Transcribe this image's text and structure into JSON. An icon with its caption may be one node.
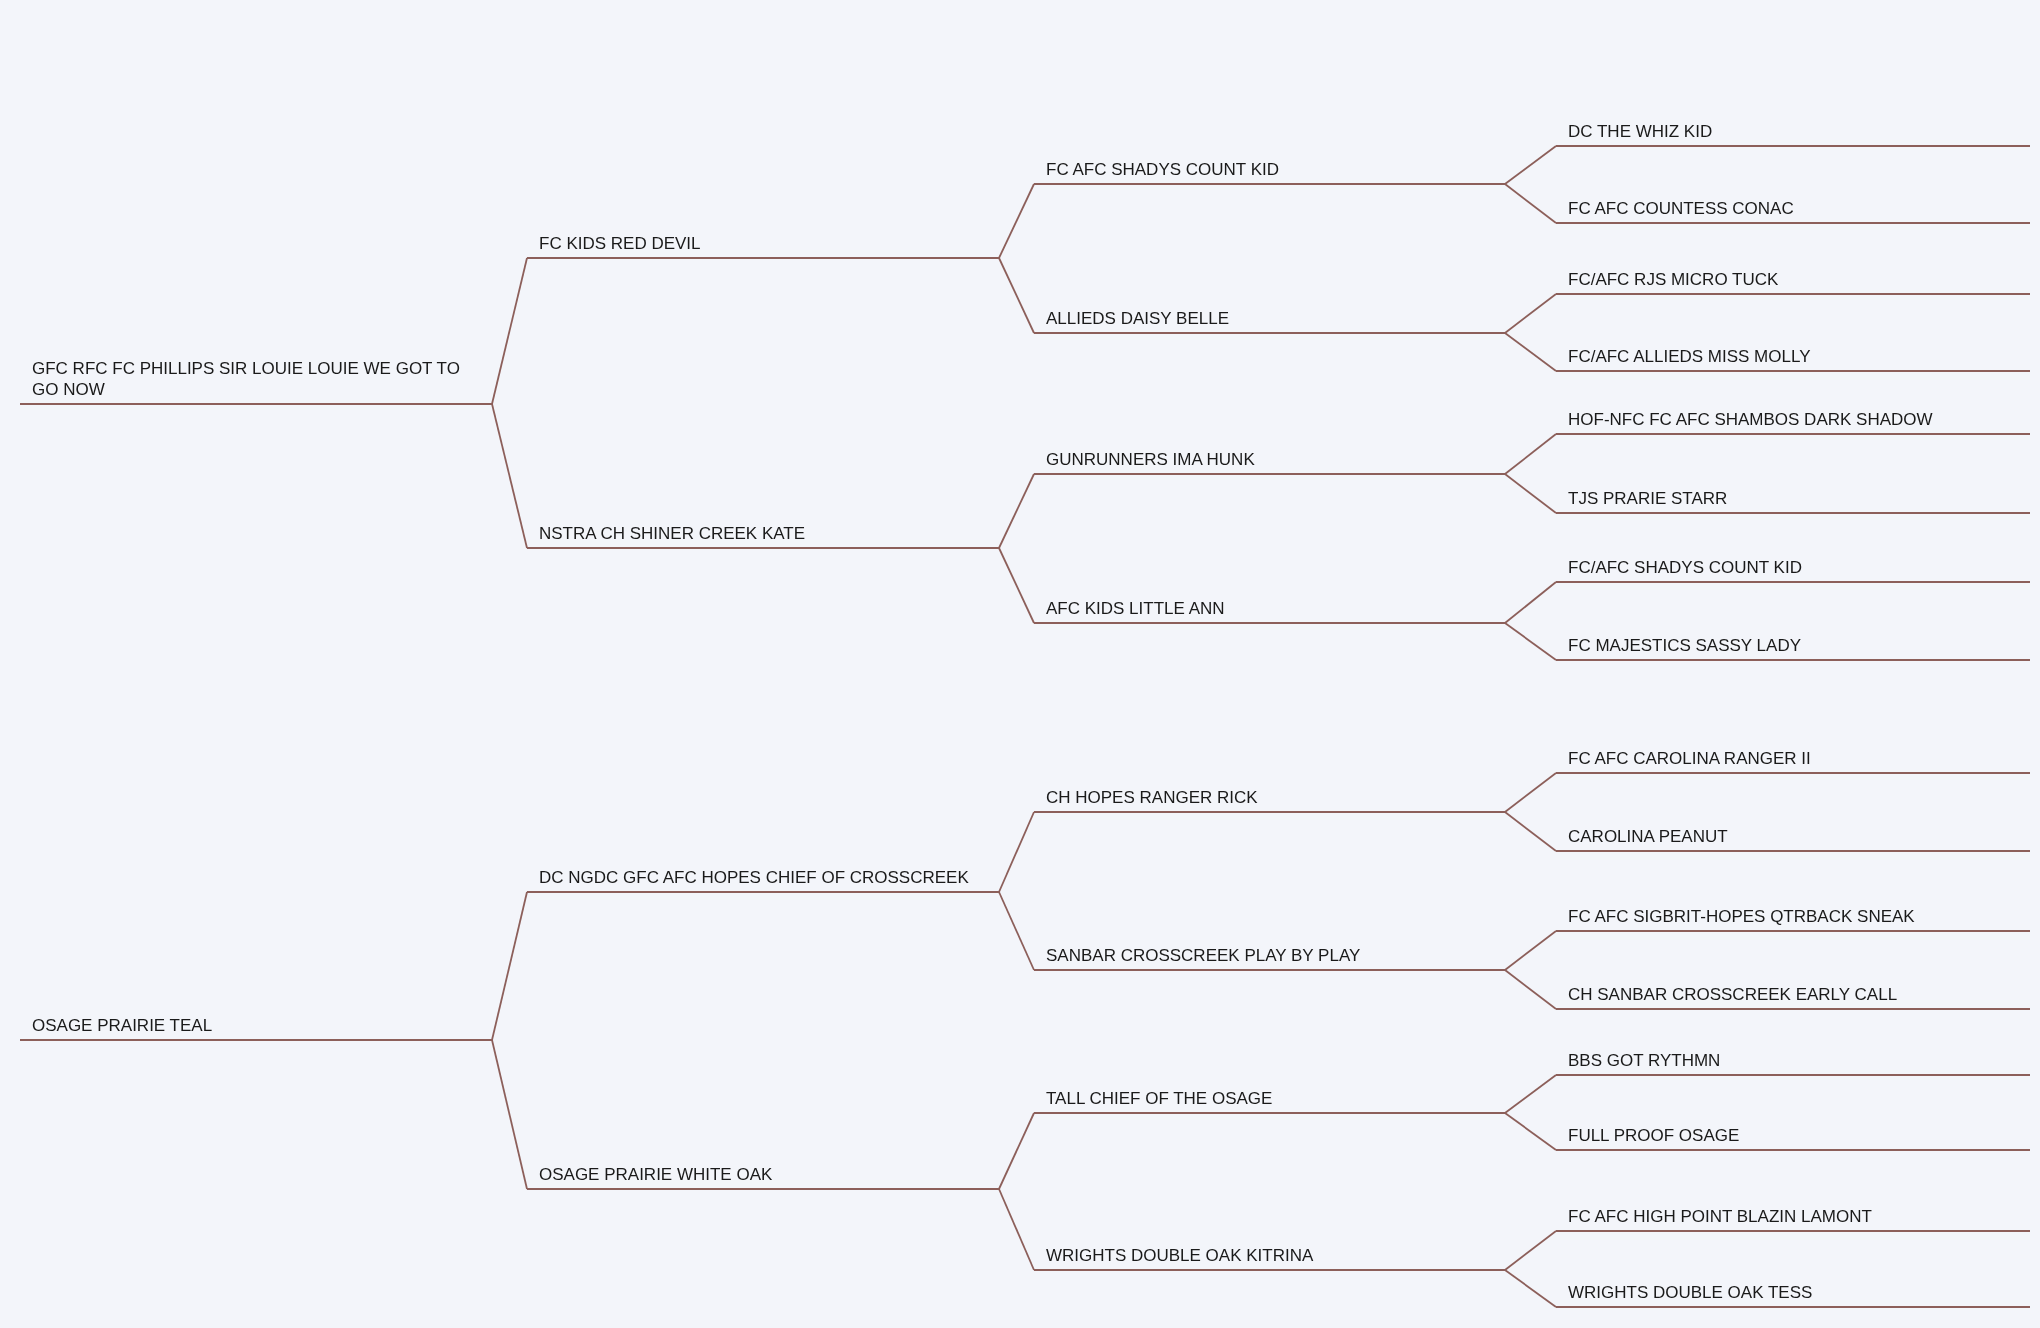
{
  "diagram": {
    "nodes": [
      {
        "text": [
          "GFC RFC FC PHILLIPS SIR LOUIE LOUIE WE GOT TO GO NOW"
        ]
      },
      {
        "text": [
          "FC KIDS RED DEVIL"
        ]
      },
      {
        "text": [
          "FC AFC SHADYS COUNT KID"
        ]
      },
      {
        "text": [
          "DC THE WHIZ KID"
        ]
      },
      {
        "text": [
          "FC AFC COUNTESS CONAC"
        ]
      },
      {
        "text": [
          "ALLIEDS DAISY BELLE"
        ]
      },
      {
        "text": [
          "FC/AFC RJS MICRO TUCK"
        ]
      },
      {
        "text": [
          "FC/AFC ALLIEDS MISS MOLLY"
        ]
      },
      {
        "text": [
          "NSTRA CH SHINER CREEK KATE"
        ]
      },
      {
        "text": [
          "GUNRUNNERS IMA HUNK"
        ]
      },
      {
        "text": [
          "HOF-NFC FC AFC SHAMBOS DARK SHADOW"
        ]
      },
      {
        "text": [
          "TJS PRARIE STARR"
        ]
      },
      {
        "text": [
          "AFC KIDS LITTLE ANN"
        ]
      },
      {
        "text": [
          "FC/AFC SHADYS COUNT KID"
        ]
      },
      {
        "text": [
          "FC MAJESTICS SASSY LADY"
        ]
      },
      {
        "text": [
          "OSAGE PRAIRIE TEAL"
        ]
      },
      {
        "text": [
          "DC NGDC GFC AFC HOPES CHIEF OF CROSSCREEK"
        ]
      },
      {
        "text": [
          "CH HOPES RANGER RICK"
        ]
      },
      {
        "text": [
          "FC AFC CAROLINA RANGER II"
        ]
      },
      {
        "text": [
          "CAROLINA PEANUT"
        ]
      },
      {
        "text": [
          "SANBAR CROSSCREEK PLAY BY PLAY"
        ]
      },
      {
        "text": [
          "FC AFC SIGBRIT-HOPES QTRBACK SNEAK"
        ]
      },
      {
        "text": [
          "CH SANBAR CROSSCREEK EARLY CALL"
        ]
      },
      {
        "text": [
          "OSAGE PRAIRIE WHITE OAK"
        ]
      },
      {
        "text": [
          "TALL CHIEF OF THE OSAGE"
        ]
      },
      {
        "text": [
          "BBS GOT RYTHMN"
        ]
      },
      {
        "text": [
          "FULL PROOF OSAGE"
        ]
      },
      {
        "text": [
          "WRIGHTS DOUBLE OAK KITRINA"
        ]
      },
      {
        "text": [
          "FC AFC HIGH POINT BLAZIN LAMONT"
        ]
      },
      {
        "text": [
          "WRIGHTS DOUBLE OAK TESS"
        ]
      }
    ],
    "edges": [
      {
        "from": 0,
        "to": 1,
        "arrow": "none"
      },
      {
        "from": 0,
        "to": 8,
        "arrow": "none"
      },
      {
        "from": 1,
        "to": 2,
        "arrow": "none"
      },
      {
        "from": 1,
        "to": 5,
        "arrow": "none"
      },
      {
        "from": 2,
        "to": 3,
        "arrow": "none"
      },
      {
        "from": 2,
        "to": 4,
        "arrow": "none"
      },
      {
        "from": 5,
        "to": 6,
        "arrow": "none"
      },
      {
        "from": 5,
        "to": 7,
        "arrow": "none"
      },
      {
        "from": 8,
        "to": 9,
        "arrow": "none"
      },
      {
        "from": 8,
        "to": 12,
        "arrow": "none"
      },
      {
        "from": 9,
        "to": 10,
        "arrow": "none"
      },
      {
        "from": 9,
        "to": 11,
        "arrow": "none"
      },
      {
        "from": 12,
        "to": 13,
        "arrow": "none"
      },
      {
        "from": 12,
        "to": 14,
        "arrow": "none"
      },
      {
        "from": 15,
        "to": 16,
        "arrow": "none"
      },
      {
        "from": 15,
        "to": 23,
        "arrow": "none"
      },
      {
        "from": 16,
        "to": 17,
        "arrow": "none"
      },
      {
        "from": 16,
        "to": 20,
        "arrow": "none"
      },
      {
        "from": 17,
        "to": 18,
        "arrow": "none"
      },
      {
        "from": 17,
        "to": 19,
        "arrow": "none"
      },
      {
        "from": 20,
        "to": 21,
        "arrow": "none"
      },
      {
        "from": 20,
        "to": 22,
        "arrow": "none"
      },
      {
        "from": 23,
        "to": 24,
        "arrow": "none"
      },
      {
        "from": 23,
        "to": 27,
        "arrow": "none"
      },
      {
        "from": 24,
        "to": 25,
        "arrow": "none"
      },
      {
        "from": 24,
        "to": 26,
        "arrow": "none"
      },
      {
        "from": 27,
        "to": 28,
        "arrow": "none"
      },
      {
        "from": 27,
        "to": 29,
        "arrow": "none"
      }
    ]
  }
}
